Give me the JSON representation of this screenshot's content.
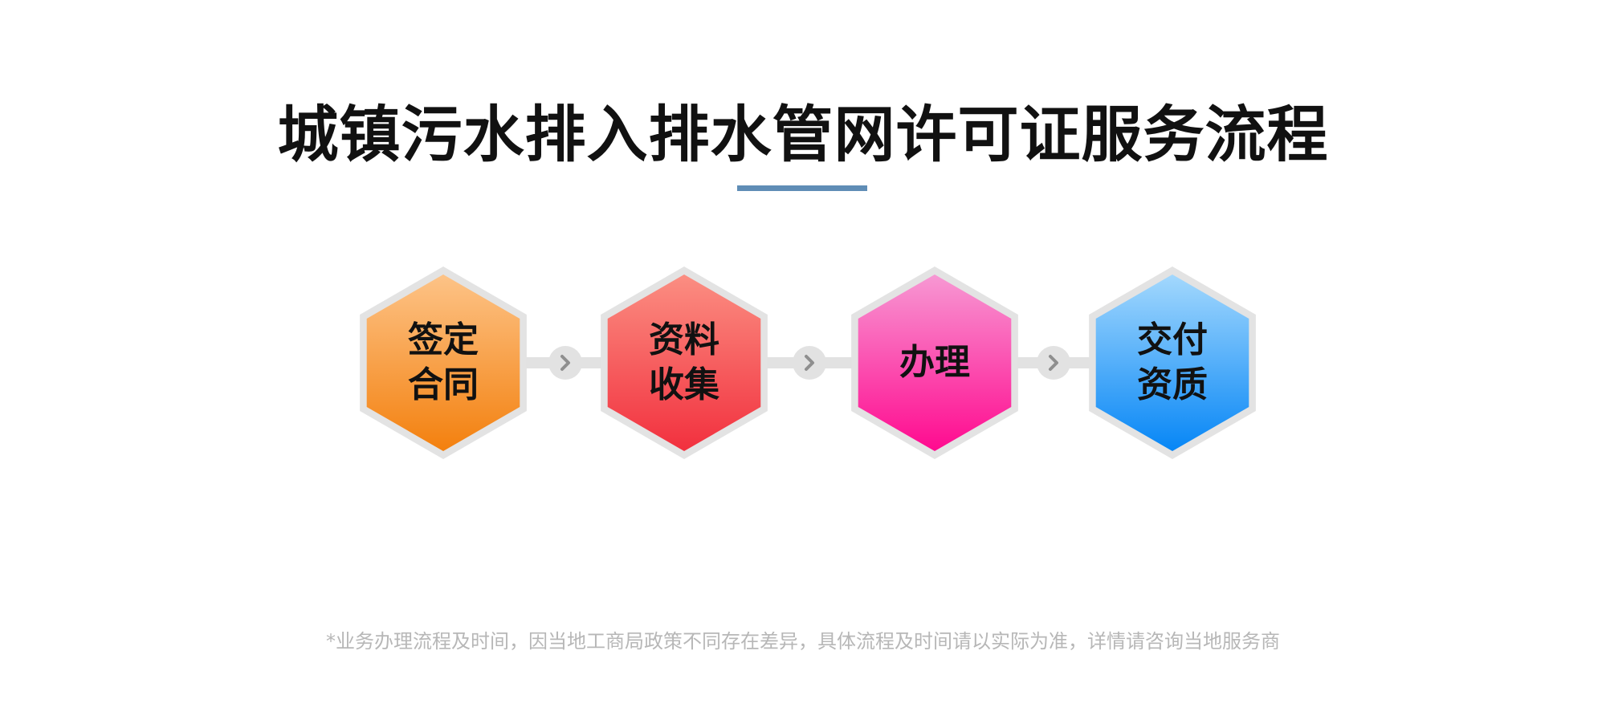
{
  "title": "城镇污水排入排水管网许可证服务流程",
  "steps": [
    {
      "label": "签定\n合同",
      "color_top": "#fdc387",
      "color_bottom": "#f3800e"
    },
    {
      "label": "资料\n收集",
      "color_top": "#fb8e82",
      "color_bottom": "#f2303e"
    },
    {
      "label": "办理",
      "color_top": "#f798d3",
      "color_bottom": "#ff0a8f"
    },
    {
      "label": "交付\n资质",
      "color_top": "#a3d8fd",
      "color_bottom": "#0686f6"
    }
  ],
  "colors": {
    "title_underline": "#5f8db6",
    "connector": "#e2e2e2",
    "hex_border": "#e3e3e3",
    "arrow": "#8f8f8f"
  },
  "footnote": "*业务办理流程及时间，因当地工商局政策不同存在差异，具体流程及时间请以实际为准，详情请咨询当地服务商"
}
